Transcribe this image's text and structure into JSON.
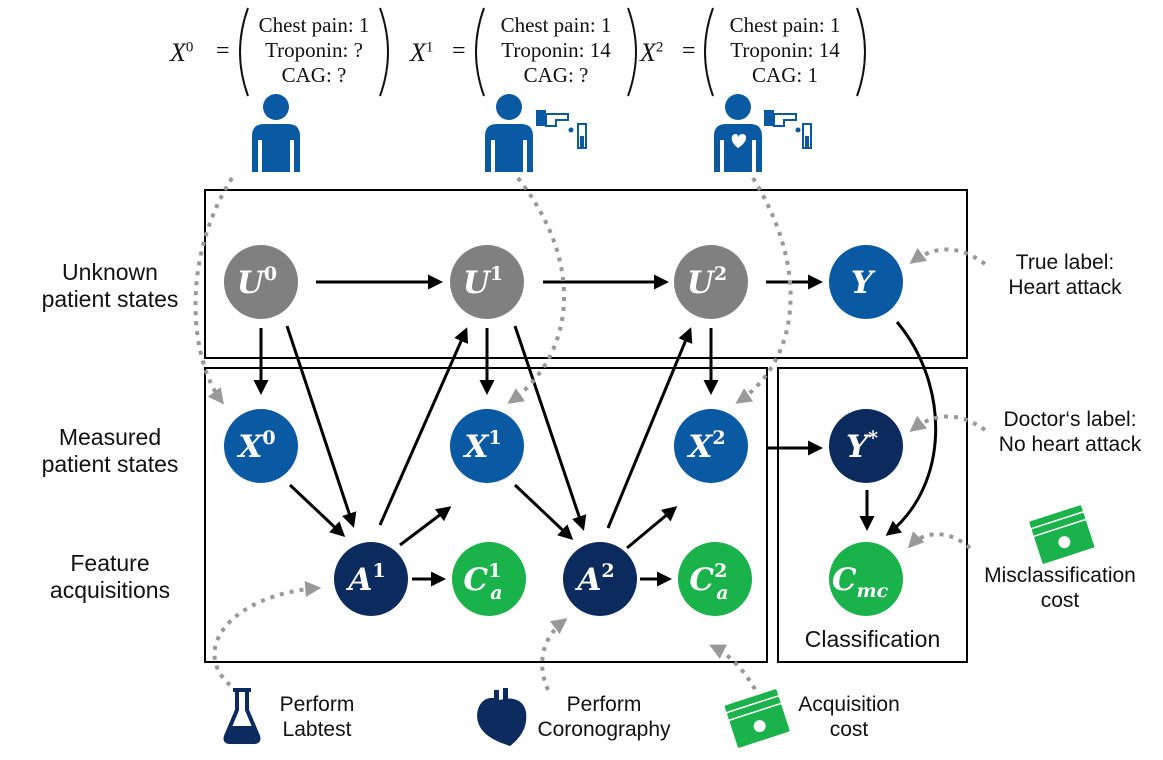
{
  "colors": {
    "hidden": "#808080",
    "measured": "#0a5aa3",
    "action": "#0b2b5e",
    "cost": "#1ab24a",
    "arrow": "#000000",
    "pointer": "#999999"
  },
  "feature_vectors": [
    {
      "name": "X",
      "sup": "0",
      "chest_pain": "Chest pain: 1",
      "troponin": "Troponin: ?",
      "cag": "CAG: ?"
    },
    {
      "name": "X",
      "sup": "1",
      "chest_pain": "Chest pain: 1",
      "troponin": "Troponin: 14",
      "cag": "CAG: ?"
    },
    {
      "name": "X",
      "sup": "2",
      "chest_pain": "Chest pain: 1",
      "troponin": "Troponin: 14",
      "cag": "CAG: 1"
    }
  ],
  "equals_sign": "=",
  "row_labels": {
    "unknown": [
      "Unknown",
      "patient states"
    ],
    "measured": [
      "Measured",
      "patient states"
    ],
    "acquisitions": [
      "Feature",
      "acquisitions"
    ]
  },
  "nodes": {
    "u0": {
      "base": "U",
      "sup": "0"
    },
    "u1": {
      "base": "U",
      "sup": "1"
    },
    "u2": {
      "base": "U",
      "sup": "2"
    },
    "y": {
      "base": "Y",
      "sup": ""
    },
    "x0": {
      "base": "X",
      "sup": "0"
    },
    "x1": {
      "base": "X",
      "sup": "1"
    },
    "x2": {
      "base": "X",
      "sup": "2"
    },
    "ystar": {
      "base": "Y",
      "sup": "*"
    },
    "a1": {
      "base": "A",
      "sup": "1"
    },
    "a2": {
      "base": "A",
      "sup": "2"
    },
    "ca1": {
      "base": "C",
      "sup": "1",
      "sub": "a"
    },
    "ca2": {
      "base": "C",
      "sup": "2",
      "sub": "a"
    },
    "cmc": {
      "base": "C",
      "sub": "mc"
    }
  },
  "annotations": {
    "true_label": [
      "True label:",
      "Heart attack"
    ],
    "doctor_label": [
      "Doctor‘s label:",
      "No heart attack"
    ],
    "misclassification": [
      "Misclassification",
      "cost"
    ],
    "classification": "Classification",
    "labtest": [
      "Perform",
      "Labtest"
    ],
    "coronography": [
      "Perform",
      "Coronography"
    ],
    "acquisition_cost": [
      "Acquisition",
      "cost"
    ]
  },
  "icons": [
    "patient-icon",
    "patient-blood-test-icon",
    "patient-heart-test-icon",
    "flask-icon",
    "heart-icon",
    "money-icon"
  ]
}
